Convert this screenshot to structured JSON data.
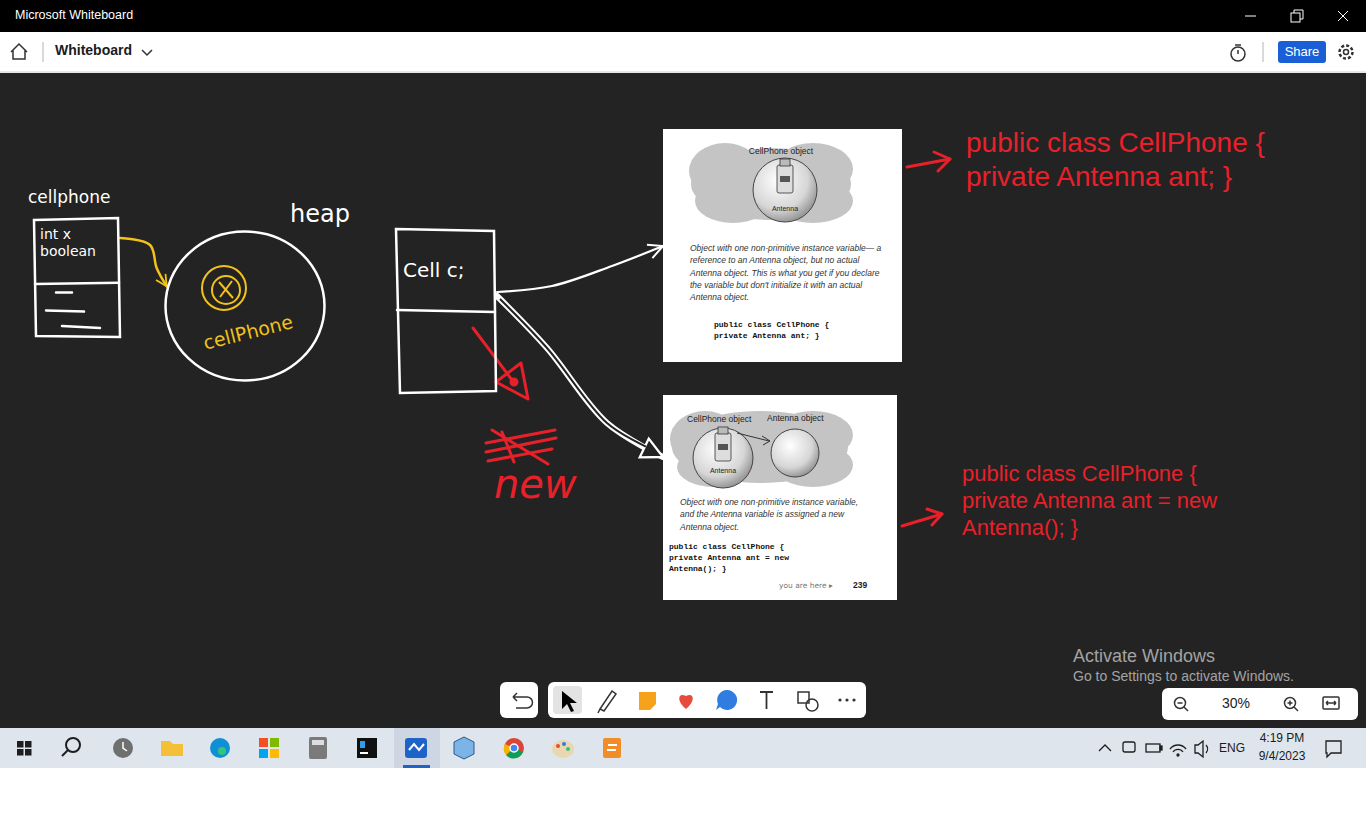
{
  "diagram": {
    "nodes": [
      {
        "text": [
          "cellphone",
          "int x boolean"
        ]
      },
      {
        "text": [
          "heap",
          "cellPhone"
        ]
      },
      {
        "text": [
          "Cell c;"
        ]
      },
      {
        "text": [
          "CellPhone object",
          "Antenna",
          "Object with one non-primitive instance variable— a reference to an Antenna object, but no actual Antenna object. This is what you get if you declare the variable but don't initialize it with an actual Antenna object.",
          "public class CellPhone { private Antenna ant; }"
        ]
      },
      {
        "text": [
          "CellPhone object",
          "Antenna object",
          "Antenna",
          "Object with one non-primitive instance variable, and the Antenna variable is assigned a new Antenna object.",
          "public class CellPhone { private Antenna ant = new Antenna(); }",
          "you are here ▸",
          "239"
        ]
      }
    ],
    "edges": [
      {
        "from": 0,
        "to": 1,
        "arrow": "to"
      },
      {
        "from": 2,
        "to": 3,
        "arrow": "to"
      },
      {
        "from": 2,
        "to": 4,
        "arrow": "to"
      }
    ],
    "labels": [
      "Microsoft Whiteboard",
      "Whiteboard",
      "Share",
      "public class CellPhone { private Antenna ant; }",
      "new",
      "public class CellPhone { private Antenna ant = new Antenna(); }",
      "Activate Windows",
      "Go to Settings to activate Windows.",
      "30%",
      "ENG",
      "4:19 PM",
      "9/4/2023"
    ]
  }
}
